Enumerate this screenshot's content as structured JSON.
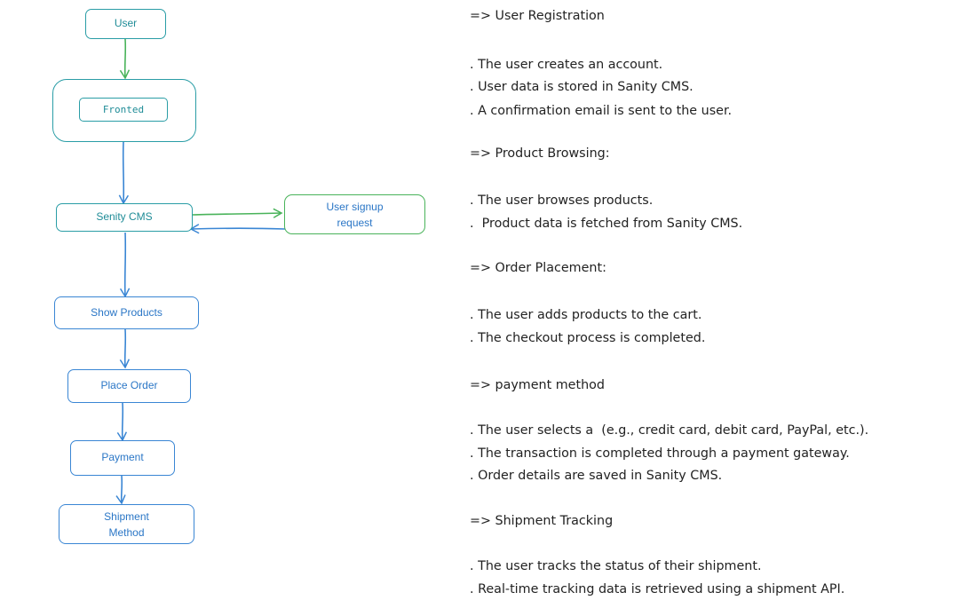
{
  "flowchart": {
    "nodes": {
      "user": "User",
      "frontend": "Fronted",
      "cms": "Senity CMS",
      "signup": [
        "User signup",
        "request"
      ],
      "show_products": "Show Products",
      "place_order": "Place Order",
      "payment": "Payment",
      "shipment": [
        "Shipment",
        "Method"
      ]
    },
    "colors": {
      "teal": "#2a9da6",
      "blue": "#3a86d4",
      "green": "#49b35a"
    }
  },
  "notes": {
    "registration": {
      "heading": "=> User Registration",
      "items": [
        ". The user creates an account.",
        ". User data is stored in Sanity CMS.",
        ". A confirmation email is sent to the user."
      ]
    },
    "browsing": {
      "heading": "=> Product Browsing:",
      "items": [
        ". The user browses products.",
        ".  Product data is fetched from Sanity CMS."
      ]
    },
    "order": {
      "heading": "=> Order Placement:",
      "items": [
        ". The user adds products to the cart.",
        ". The checkout process is completed."
      ]
    },
    "payment": {
      "heading": "=> payment method",
      "items": [
        ". The user selects a  (e.g., credit card, debit card, PayPal, etc.).",
        ". The transaction is completed through a payment gateway.",
        ". Order details are saved in Sanity CMS."
      ]
    },
    "shipment": {
      "heading": "=> Shipment Tracking",
      "items": [
        ". The user tracks the status of their shipment.",
        ". Real-time tracking data is retrieved using a shipment API."
      ]
    }
  }
}
